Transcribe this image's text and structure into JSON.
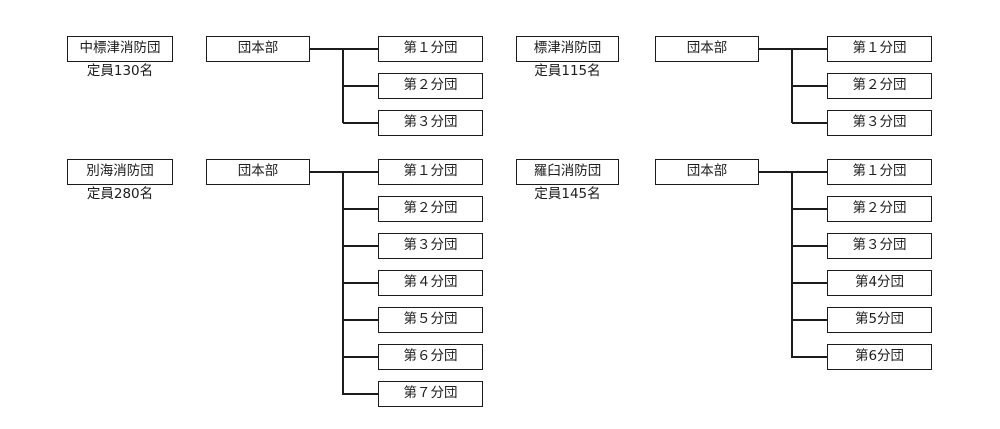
{
  "page": {
    "background_color": "#ffffff",
    "line_color": "#1c1c1c"
  },
  "groups": [
    {
      "name": "中標津消防団",
      "capacity": "定員130名",
      "hq": "団本部",
      "divisions": [
        "第１分団",
        "第２分団",
        "第３分団"
      ]
    },
    {
      "name": "標津消防団",
      "capacity": "定員115名",
      "hq": "団本部",
      "divisions": [
        "第１分団",
        "第２分団",
        "第３分団"
      ]
    },
    {
      "name": "別海消防団",
      "capacity": "定員280名",
      "hq": "団本部",
      "divisions": [
        "第１分団",
        "第２分団",
        "第３分団",
        "第４分団",
        "第５分団",
        "第６分団",
        "第７分団"
      ]
    },
    {
      "name": "羅臼消防団",
      "capacity": "定員145名",
      "hq": "団本部",
      "divisions": [
        "第１分団",
        "第２分団",
        "第３分団",
        "第4分団",
        "第5分団",
        "第6分団"
      ]
    }
  ]
}
